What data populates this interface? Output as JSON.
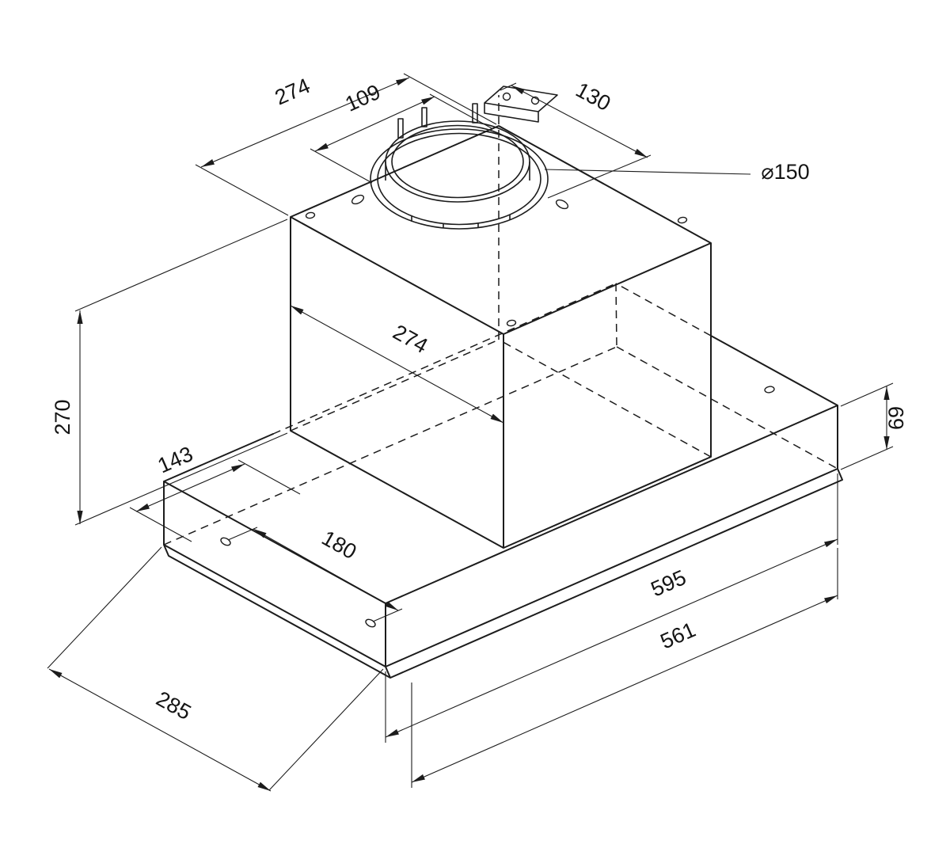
{
  "drawing": {
    "dims": {
      "top_depth": "274",
      "duct_offset_a": "109",
      "duct_offset_b": "130",
      "duct_diameter": "⌀150",
      "chimney_width": "274",
      "chimney_height": "270",
      "left_offset": "143",
      "hole_spacing": "180",
      "body_width": "595",
      "panel_width": "561",
      "body_depth": "285",
      "body_height": "69"
    },
    "colors": {
      "line": "#1c1c1c",
      "background": "#ffffff"
    }
  }
}
